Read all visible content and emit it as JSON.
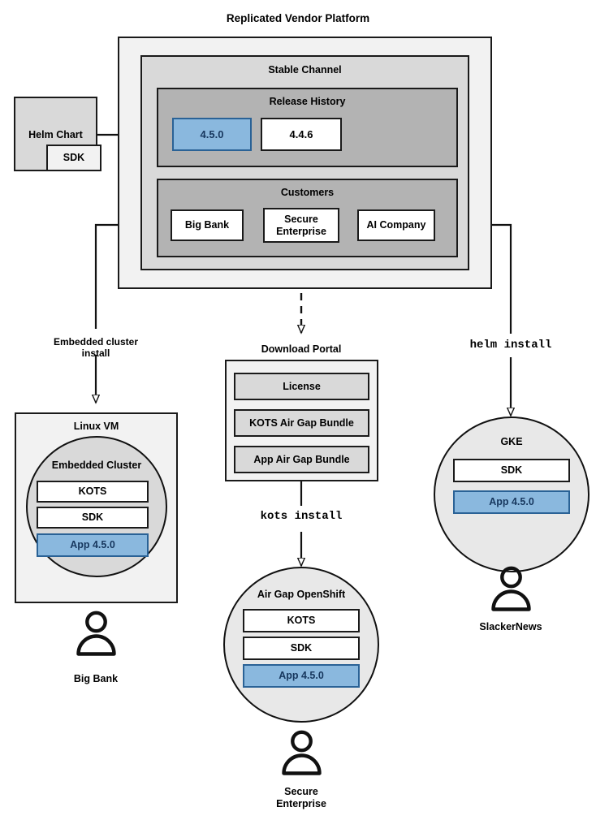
{
  "diagram": {
    "title": "Replicated Vendor Platform",
    "colors": {
      "accent_blue_fill": "#8ab8de",
      "accent_blue_border": "#2a6296",
      "accent_blue_text": "#17375e",
      "frame_outer": "#f2f2f2",
      "frame_mid": "#d9d9d9",
      "frame_inner": "#b3b3b3",
      "stroke": "#1a1a1a",
      "white": "#ffffff"
    }
  },
  "helm_chart": {
    "label": "Helm Chart",
    "sdk_label": "SDK"
  },
  "platform": {
    "stable_channel": {
      "label": "Stable Channel",
      "release_history": {
        "label": "Release History",
        "releases": [
          {
            "version": "4.5.0",
            "highlighted": true
          },
          {
            "version": "4.4.6",
            "highlighted": false
          }
        ]
      },
      "customers": {
        "label": "Customers",
        "items": [
          {
            "name": "Big Bank"
          },
          {
            "name": "Secure\nEnterprise"
          },
          {
            "name": "AI Company"
          }
        ]
      }
    }
  },
  "edges": {
    "embedded_cluster_install": "Embedded cluster\ninstall",
    "kots_install": "kots install",
    "helm_install": "helm install"
  },
  "download_portal": {
    "label": "Download Portal",
    "items": [
      {
        "label": "License"
      },
      {
        "label": "KOTS Air Gap Bundle"
      },
      {
        "label": "App Air Gap Bundle"
      }
    ]
  },
  "targets": {
    "linux_vm": {
      "label": "Linux VM",
      "cluster_label": "Embedded Cluster",
      "components": [
        {
          "label": "KOTS",
          "highlighted": false
        },
        {
          "label": "SDK",
          "highlighted": false
        },
        {
          "label": "App 4.5.0",
          "highlighted": true
        }
      ],
      "actor": "Big Bank"
    },
    "air_gap_openshift": {
      "label": "Air Gap OpenShift",
      "components": [
        {
          "label": "KOTS",
          "highlighted": false
        },
        {
          "label": "SDK",
          "highlighted": false
        },
        {
          "label": "App 4.5.0",
          "highlighted": true
        }
      ],
      "actor": "Secure\nEnterprise"
    },
    "gke": {
      "label": "GKE",
      "components": [
        {
          "label": "SDK",
          "highlighted": false
        },
        {
          "label": "App 4.5.0",
          "highlighted": true
        }
      ],
      "actor": "SlackerNews"
    }
  }
}
